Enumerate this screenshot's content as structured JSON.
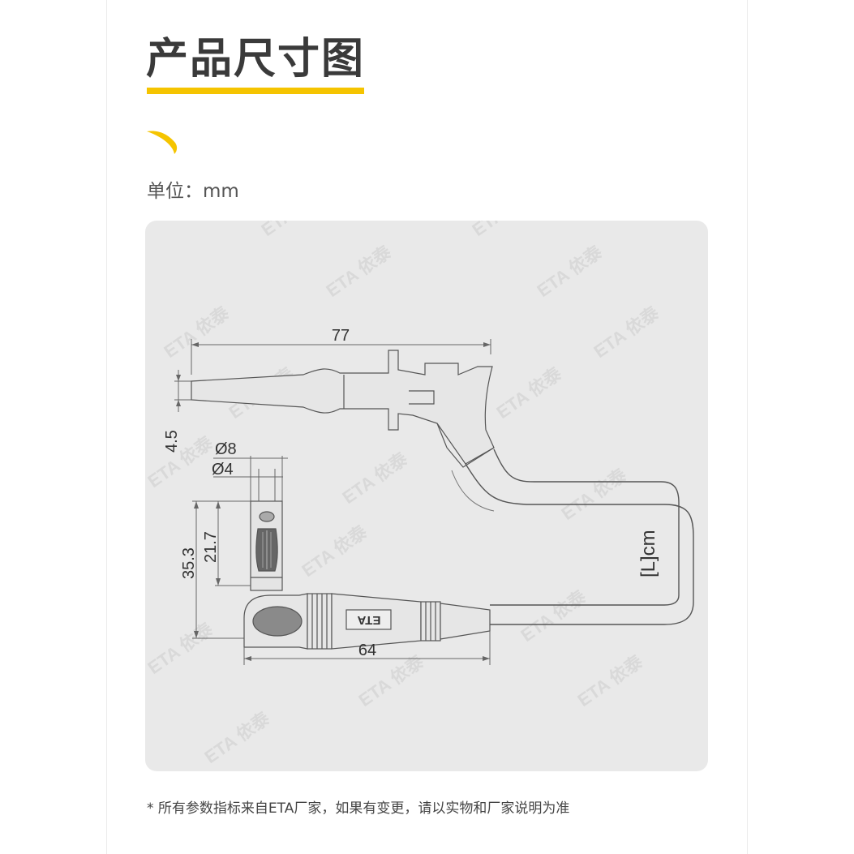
{
  "page": {
    "title": "产品尺寸图",
    "unit_label": "单位：mm",
    "footnote": "* 所有参数指标来自ETA厂家，如果有变更，请以实物和厂家说明为准"
  },
  "colors": {
    "accent": "#f5c400",
    "panel_bg": "#e9e9e9",
    "line": "#555555",
    "title_text": "#3a3a3a"
  },
  "diagram": {
    "dim_77": "77",
    "dim_4_5": "4.5",
    "dim_d8": "Ø8",
    "dim_d4": "Ø4",
    "dim_35_3": "35.3",
    "dim_21_7": "21.7",
    "dim_64": "64",
    "cable_label": "[L]cm",
    "plug_brand": "ETA",
    "watermark": "ETA 依泰"
  }
}
